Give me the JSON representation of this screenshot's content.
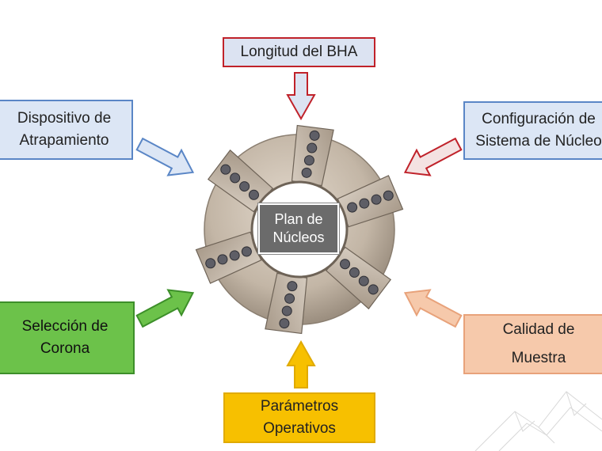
{
  "center": {
    "line1": "Plan de",
    "line2": "Núcleos"
  },
  "nodes": {
    "top": {
      "label": "Longitud del BHA"
    },
    "top_left": {
      "line1": "Dispositivo de",
      "line2": "Atrapamiento"
    },
    "top_right": {
      "line1": "Configuración de",
      "line2": "Sistema de Núcleo"
    },
    "bottom_left": {
      "line1": "Selección de",
      "line2": "Corona"
    },
    "bottom_right": {
      "line1": "Calidad de",
      "line2": "Muestra"
    },
    "bottom": {
      "line1": "Parámetros",
      "line2": "Operativos"
    }
  },
  "colors": {
    "blue_fill": "#dce6f5",
    "blue_border": "#5a86c6",
    "red_border": "#c0222a",
    "green_fill": "#6cc24a",
    "green_border": "#3d8f2a",
    "peach_fill": "#f6c9ab",
    "peach_border": "#e8a27a",
    "yellow_fill": "#f7c000",
    "yellow_border": "#e0aa00",
    "bit_metal": "#cbbfb0",
    "center_fill": "#6b6b6b"
  },
  "icons": {
    "bit": "core-drill-bit-icon",
    "mountain": "mountain-watermark-icon"
  }
}
